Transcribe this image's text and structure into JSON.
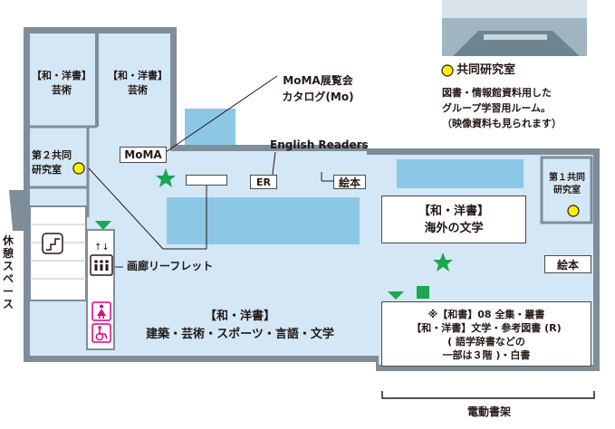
{
  "colors": {
    "floor": "#d3e7f6",
    "shelf": "#8cc8e6",
    "wall": "#7f8d99",
    "star": "#1aa653",
    "outline": "#3c3c3c",
    "yellow": "#fff200",
    "pink": "#e4007f",
    "text": "#231815"
  },
  "top_left_areas": [
    {
      "category": "【和・洋書】",
      "subject": "芸術"
    },
    {
      "category": "【和・洋書】",
      "subject": "芸術"
    }
  ],
  "moma_catalog": {
    "label_line1": "MoMA展覧会",
    "label_line2": "カタログ(Mo)",
    "box": "MoMA"
  },
  "english_readers": {
    "label": "English Readers",
    "box": "ER"
  },
  "study_room_2": {
    "line1": "第２共同",
    "line2": "研究室"
  },
  "study_room_1": {
    "line1": "第１共同",
    "line2": "研究室"
  },
  "legend": {
    "title": "共同研究室",
    "desc_line1": "図書・情報館資料用した",
    "desc_line2": "グループ学習用ルーム。",
    "desc_line3": "（映像資料も見られます）"
  },
  "picture_books": [
    "絵本",
    "絵本"
  ],
  "foreign_lit": {
    "category": "【和・洋書】",
    "subject": "海外の文学"
  },
  "gallery_leaflet": "画廊リーフレット",
  "rest_space": "休憩スペース",
  "main_area": {
    "category": "【和・洋書】",
    "subject": "建築・芸術・スポーツ・言語・文学"
  },
  "mobile_shelf_area": {
    "line1": "※【和書】08 全集・叢書",
    "line2": "【和・洋書】文学・参考図書 (R)",
    "line3": "( 語学辞書などの",
    "line4": "一部は３階 )・白書"
  },
  "electric_shelves": "電動書架",
  "icons": [
    "star-icon",
    "elevator-icon",
    "stairs-icon",
    "restroom-female-icon",
    "wheelchair-icon",
    "yellow-circle-icon",
    "entrance-triangle-icon"
  ]
}
